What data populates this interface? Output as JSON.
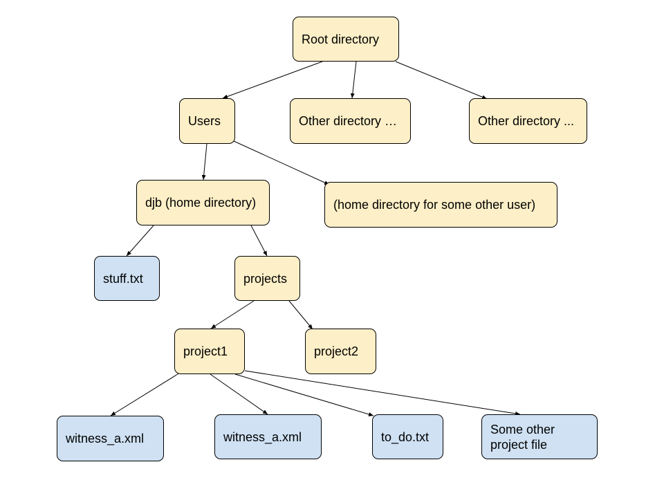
{
  "diagram": {
    "nodes": [
      {
        "id": "root",
        "label": "Root directory",
        "kind": "directory"
      },
      {
        "id": "users",
        "label": "Users",
        "kind": "directory"
      },
      {
        "id": "other1",
        "label": "Other directory …",
        "kind": "directory"
      },
      {
        "id": "other2",
        "label": "Other directory ...",
        "kind": "directory"
      },
      {
        "id": "djb",
        "label": "djb (home directory)",
        "kind": "directory"
      },
      {
        "id": "home",
        "label": "(home directory for some other user)",
        "kind": "directory"
      },
      {
        "id": "stuff",
        "label": "stuff.txt",
        "kind": "file"
      },
      {
        "id": "projects",
        "label": "projects",
        "kind": "directory"
      },
      {
        "id": "project1",
        "label": "project1",
        "kind": "directory"
      },
      {
        "id": "project2",
        "label": "project2",
        "kind": "directory"
      },
      {
        "id": "witness1",
        "label": "witness_a.xml",
        "kind": "file"
      },
      {
        "id": "witness2",
        "label": "witness_a.xml",
        "kind": "file"
      },
      {
        "id": "todo",
        "label": "to_do.txt",
        "kind": "file"
      },
      {
        "id": "some",
        "label": "Some other\nproject file",
        "kind": "file"
      }
    ],
    "edges": [
      {
        "from": "root",
        "to": "users"
      },
      {
        "from": "root",
        "to": "other1"
      },
      {
        "from": "root",
        "to": "other2"
      },
      {
        "from": "users",
        "to": "djb"
      },
      {
        "from": "users",
        "to": "home"
      },
      {
        "from": "djb",
        "to": "stuff"
      },
      {
        "from": "djb",
        "to": "projects"
      },
      {
        "from": "projects",
        "to": "project1"
      },
      {
        "from": "projects",
        "to": "project2"
      },
      {
        "from": "project1",
        "to": "witness1"
      },
      {
        "from": "project1",
        "to": "witness2"
      },
      {
        "from": "project1",
        "to": "todo"
      },
      {
        "from": "project1",
        "to": "some"
      }
    ],
    "colors": {
      "directory_fill": "#fdefc7",
      "file_fill": "#cfe1f3",
      "border": "#000000",
      "edge": "#000000"
    }
  }
}
